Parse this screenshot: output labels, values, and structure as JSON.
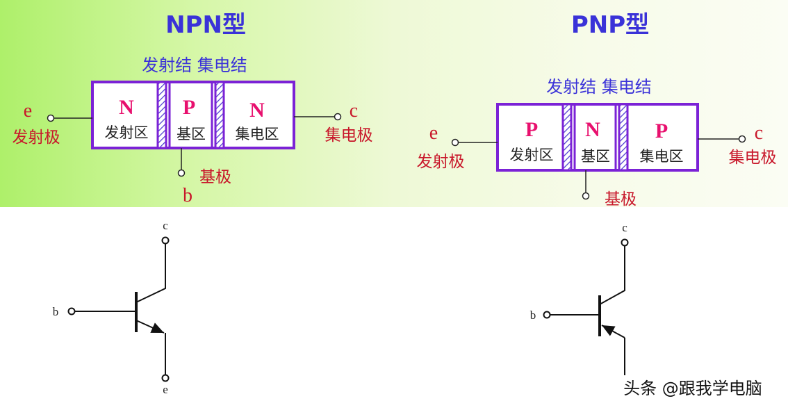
{
  "npn": {
    "title": "NPN型",
    "junction_labels": "发射结 集电结",
    "regions": [
      {
        "letter": "N",
        "name": "发射区"
      },
      {
        "letter": "P",
        "name": "基区"
      },
      {
        "letter": "N",
        "name": "集电区"
      }
    ],
    "emitter": {
      "letter": "e",
      "name": "发射极"
    },
    "collector": {
      "letter": "c",
      "name": "集电极"
    },
    "base": {
      "letter": "b",
      "name": "基极"
    }
  },
  "pnp": {
    "title": "PNP型",
    "junction_labels": "发射结 集电结",
    "regions": [
      {
        "letter": "P",
        "name": "发射区"
      },
      {
        "letter": "N",
        "name": "基区"
      },
      {
        "letter": "P",
        "name": "集电区"
      }
    ],
    "emitter": {
      "letter": "e",
      "name": "发射极"
    },
    "collector": {
      "letter": "c",
      "name": "集电极"
    },
    "base": {
      "name": "基极"
    }
  },
  "npn_symbol": {
    "c": "c",
    "b": "b",
    "e": "e"
  },
  "pnp_symbol": {
    "c": "c",
    "b": "b"
  },
  "watermark": "头条 @跟我学电脑",
  "colors": {
    "title": "#3a32d8",
    "box": "#7b22d6",
    "region_letter": "#e8106e",
    "terminal_label": "#c8172a"
  }
}
